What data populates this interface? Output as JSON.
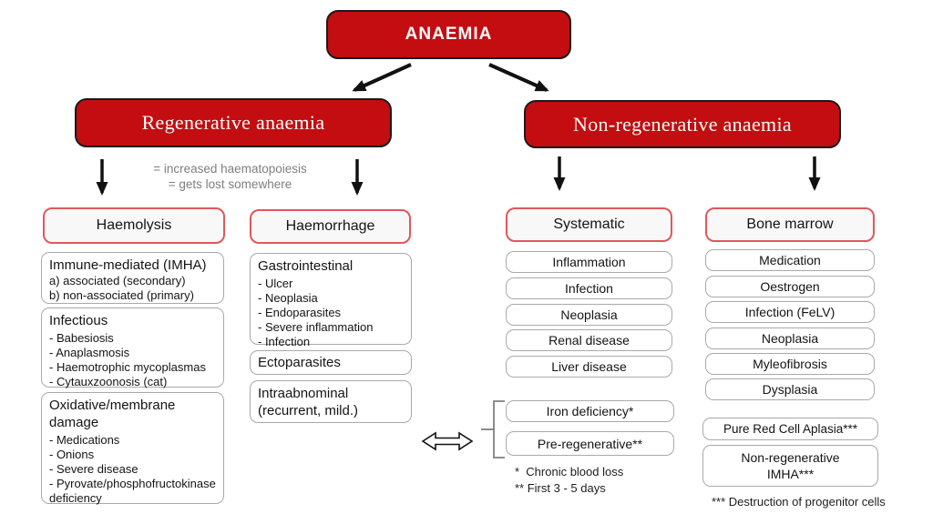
{
  "colors": {
    "red_fill": "#c30d10",
    "red_box_border": "#1a1a1a",
    "header_border": "#e0585c",
    "item_border": "#a9a9a9",
    "note_gray": "#7f7f7f",
    "arrow_black": "#111111"
  },
  "root": {
    "label": "ANAEMIA"
  },
  "regenerative": {
    "label": "Regenerative anaemia",
    "notes": [
      "= increased haematopoiesis",
      "= gets lost somewhere"
    ]
  },
  "non_regenerative": {
    "label": "Non-regenerative anaemia"
  },
  "haemolysis": {
    "header": "Haemolysis",
    "immune": {
      "title": "Immune-mediated (IMHA)",
      "lines": [
        "a) associated (secondary)",
        "b) non-associated (primary)"
      ]
    },
    "infectious": {
      "title": "Infectious",
      "lines": [
        "- Babesiosis",
        "- Anaplasmosis",
        "- Haemotrophic mycoplasmas",
        "- Cytauxzoonosis (cat)"
      ]
    },
    "oxidative": {
      "title": "Oxidative/membrane damage",
      "lines": [
        "- Medications",
        "- Onions",
        "- Severe disease",
        "- Pyrovate/phosphofructokinase deficiency"
      ]
    }
  },
  "haemorrhage": {
    "header": "Haemorrhage",
    "gastro": {
      "title": "Gastrointestinal",
      "lines": [
        "- Ulcer",
        "- Neoplasia",
        "- Endoparasites",
        "- Severe inflammation",
        "- Infection"
      ]
    },
    "ecto": {
      "title": "Ectoparasites"
    },
    "intra": {
      "title": "Intraabnominal",
      "subtitle": "(recurrent, mild.)"
    }
  },
  "systematic": {
    "header": "Systematic",
    "items": [
      "Inflammation",
      "Infection",
      "Neoplasia",
      "Renal disease",
      "Liver disease"
    ],
    "special": [
      "Iron deficiency*",
      "Pre-regenerative**"
    ],
    "footnotes": [
      "*  Chronic blood loss",
      "** First 3 - 5 days"
    ]
  },
  "bone_marrow": {
    "header": "Bone marrow",
    "items": [
      "Medication",
      "Oestrogen",
      "Infection (FeLV)",
      "Neoplasia",
      "Myleofibrosis",
      "Dysplasia"
    ],
    "special": [
      "Pure Red Cell Aplasia***",
      "Non-regenerative IMHA***"
    ],
    "footnote": "*** Destruction of progenitor cells"
  }
}
